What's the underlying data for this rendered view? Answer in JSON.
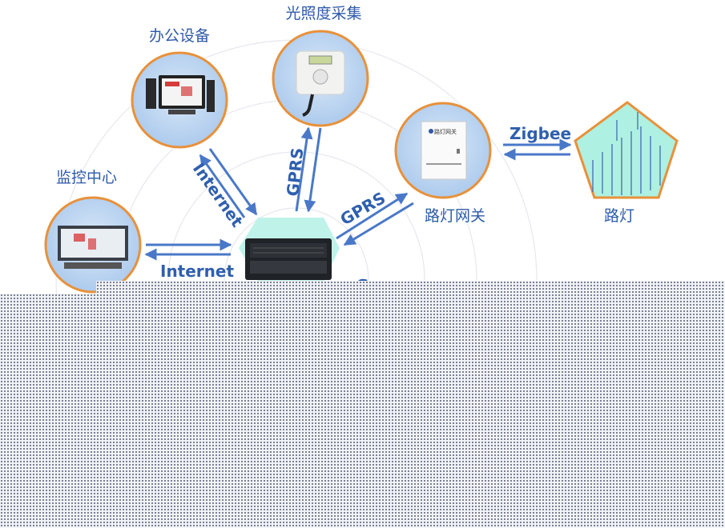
{
  "nodes": {
    "office": "办公设备",
    "light_sensor": "光照度采集",
    "monitor_center": "监控中心",
    "gateway": "路灯网关",
    "streetlight": "路灯",
    "gateway_panel_title": "路灯网关"
  },
  "connections": {
    "office_internet": "Internet",
    "sensor_gprs": "GPRS",
    "gateway_gprs": "GPRS",
    "zigbee": "Zigbee",
    "monitor_internet": "Internet"
  },
  "colors": {
    "label": "#2d5aa8",
    "node_ring": "#e8913a",
    "node_fill": "#bcd6f2",
    "arrow": "#4a78c8",
    "server_hex": "#bff3ea",
    "lamp_field": "#aef0e2"
  },
  "overlay": "dotted-mask"
}
